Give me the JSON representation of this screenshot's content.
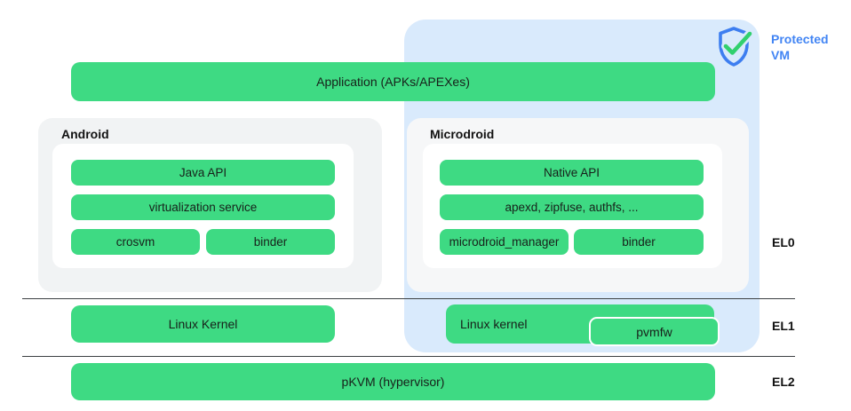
{
  "protected_vm": {
    "label_line1": "Protected",
    "label_line2": "VM",
    "icon": "shield-check-icon"
  },
  "application": {
    "label": "Application (APKs/APEXes)"
  },
  "android": {
    "title": "Android",
    "java_api": "Java API",
    "virtualization_service": "virtualization service",
    "crosvm": "crosvm",
    "binder": "binder"
  },
  "microdroid": {
    "title": "Microdroid",
    "native_api": "Native API",
    "apexd": "apexd, zipfuse, authfs, ...",
    "manager": "microdroid_manager",
    "binder": "binder"
  },
  "kernel": {
    "android_kernel": "Linux Kernel",
    "microdroid_kernel": "Linux kernel",
    "pvmfw": "pvmfw"
  },
  "hypervisor": {
    "label": "pKVM (hypervisor)"
  },
  "exception_levels": {
    "el0": "EL0",
    "el1": "EL1",
    "el2": "EL2"
  },
  "colors": {
    "bar_green": "#3EDA83",
    "check_green": "#31D06E",
    "shield_blue": "#3D7EF0",
    "label_blue": "#4285F4",
    "protected_bg_blue": "#D9EAFC",
    "android_box_gray": "#F1F3F4",
    "microdroid_box_gray": "#F6F7F8",
    "line_gray": "#3C4043"
  }
}
